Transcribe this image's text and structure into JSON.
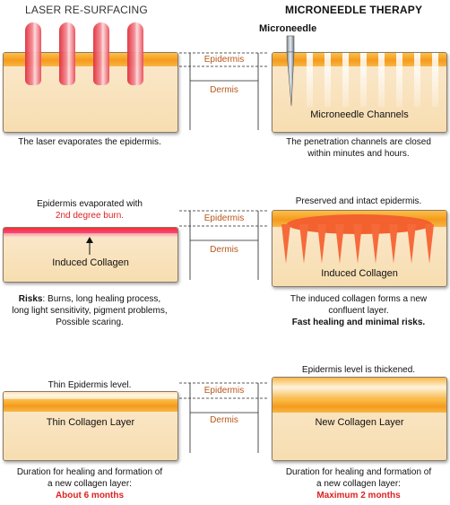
{
  "headers": {
    "left": "LASER RE-SURFACING",
    "right": "MICRONEEDLE THERAPY"
  },
  "microneedle_label": "Microneedle",
  "layer_labels": {
    "epidermis": "Epidermis",
    "dermis": "Dermis"
  },
  "row1": {
    "left_caption": "The laser evaporates the epidermis.",
    "right_box_text": "Microneedle Channels",
    "right_caption_1": "The penetration channels are closed",
    "right_caption_2": "within minutes and hours."
  },
  "row2": {
    "left_top_1": "Epidermis evaporated with",
    "left_top_2": "2nd degree burn.",
    "left_box_text": "Induced Collagen",
    "risks_label": "Risks",
    "risks_1": ": Burns, long healing process,",
    "risks_2": "long light sensitivity, pigment problems,",
    "risks_3": "Possible scaring.",
    "right_top": "Preserved and intact epidermis.",
    "right_box_text": "Induced Collagen",
    "right_caption_1": "The induced collagen forms a new",
    "right_caption_2": "confluent layer.",
    "right_caption_3": "Fast healing and minimal risks."
  },
  "row3": {
    "left_top": "Thin Epidermis level.",
    "left_box_text": "Thin Collagen Layer",
    "left_caption_1": "Duration for healing and formation of",
    "left_caption_2": "a new collagen layer:",
    "left_caption_3": "About 6 months",
    "right_top": "Epidermis level is thickened.",
    "right_box_text": "New Collagen Layer",
    "right_caption_1": "Duration for healing and formation of",
    "right_caption_2": "a new collagen layer:",
    "right_caption_3": "Maximum 2 months"
  },
  "colors": {
    "epidermis_orange": "#f59a1e",
    "dermis_cream": "#f7ddb0",
    "laser_red": "#e0303c",
    "label_brown": "#b8561a",
    "highlight_red": "#dd2222"
  }
}
